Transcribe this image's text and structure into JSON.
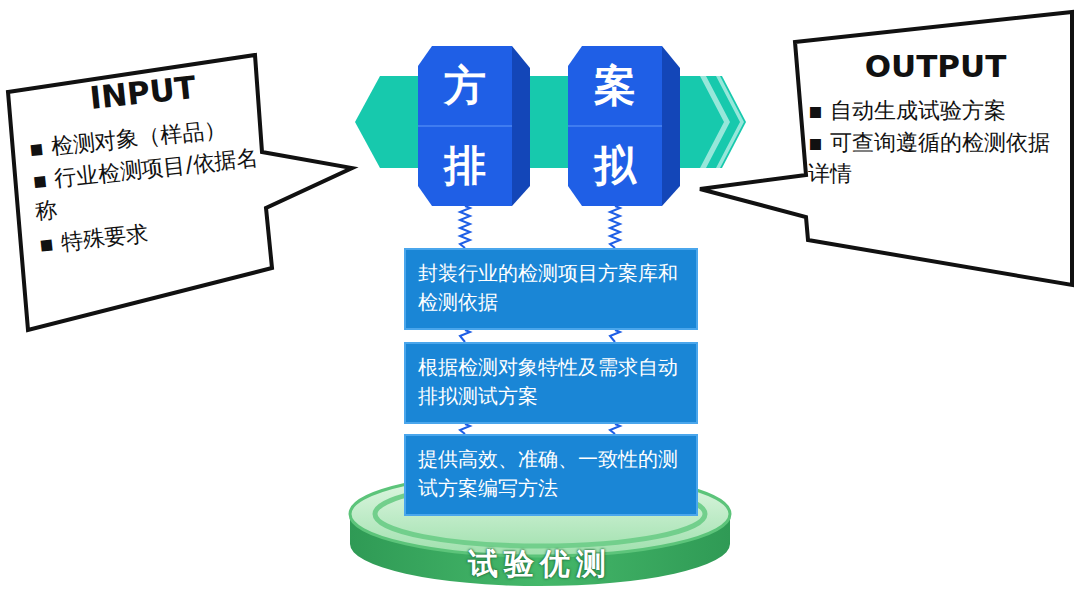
{
  "diagram": {
    "nodes": [
      {
        "text": [
          "INPUT",
          "▪ 检测对象（样品）",
          "▪ 行业检测项目/依据名称",
          "▪ 特殊要求"
        ]
      },
      {
        "text": [
          "方",
          "排"
        ]
      },
      {
        "text": [
          "案",
          "拟"
        ]
      },
      {
        "text": [
          "OUTPUT",
          "▪ 自动生成试验方案",
          "▪ 可查询遵循的检测依据详情"
        ]
      },
      {
        "text": [
          "封装行业的检测项目方案库和检测依据"
        ]
      },
      {
        "text": [
          "根据检测对象特性及需求自动排拟测试方案"
        ]
      },
      {
        "text": [
          "提供高效、准确、一致性的测试方案编写方法"
        ]
      },
      {
        "text": [
          "试验优测"
        ]
      }
    ],
    "edges": [
      {
        "from": 1,
        "to": 4,
        "arrow": "none"
      },
      {
        "from": 2,
        "to": 4,
        "arrow": "none"
      },
      {
        "from": 4,
        "to": 5,
        "arrow": "none"
      },
      {
        "from": 4,
        "to": 5,
        "arrow": "none"
      },
      {
        "from": 5,
        "to": 6,
        "arrow": "none"
      },
      {
        "from": 5,
        "to": 6,
        "arrow": "none"
      }
    ]
  }
}
